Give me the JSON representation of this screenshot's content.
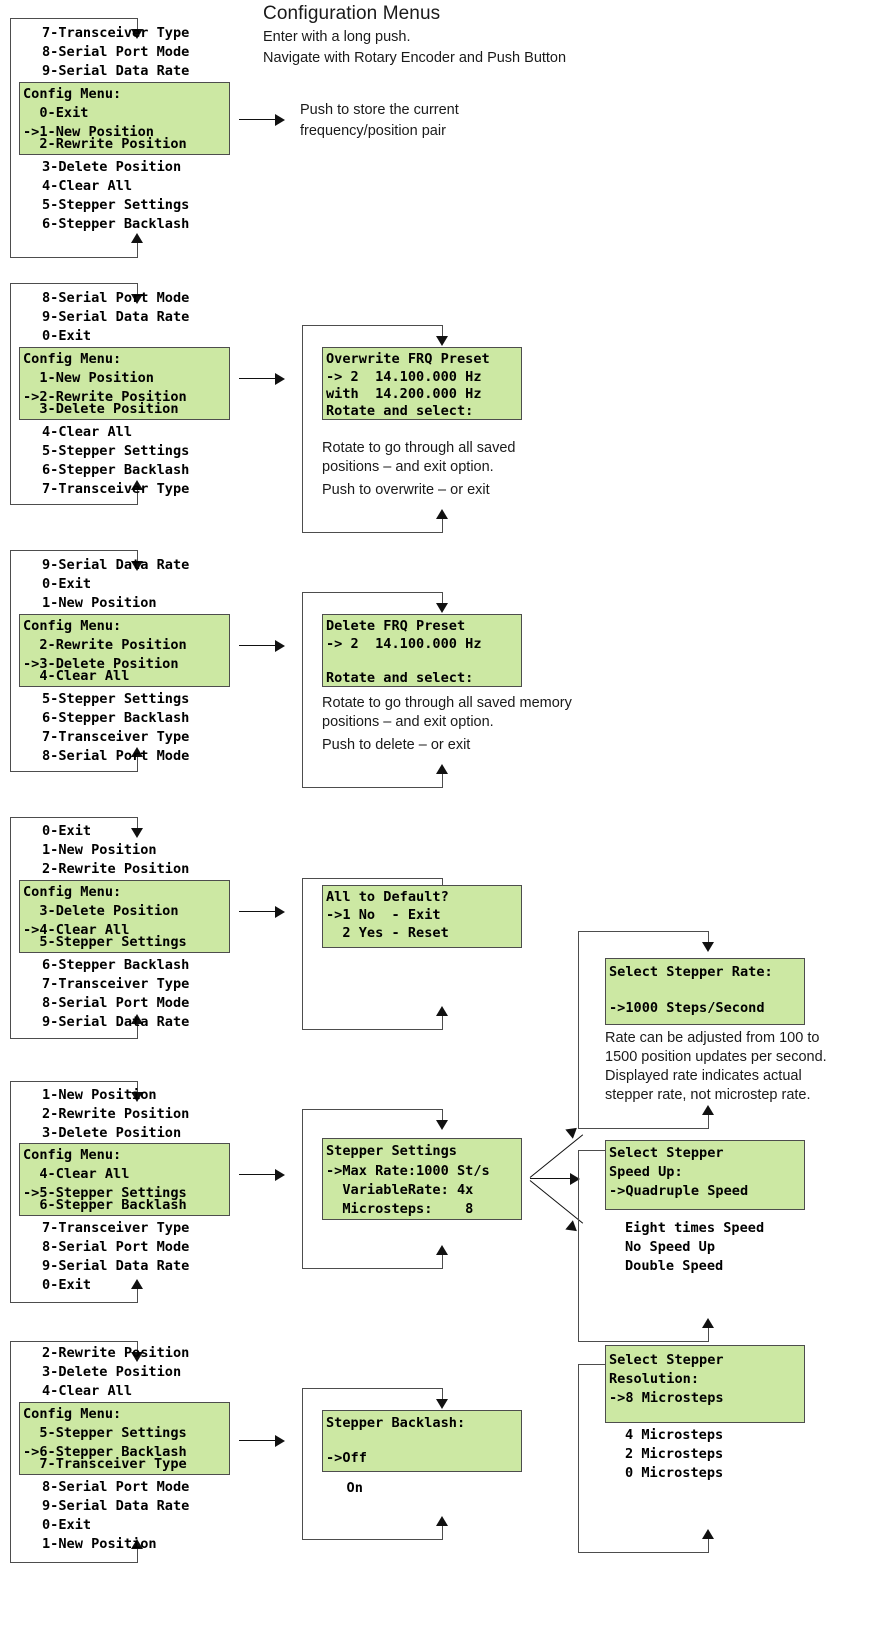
{
  "header": {
    "title": "Configuration Menus",
    "line1": "Enter with a long push.",
    "line2": "Navigate with Rotary Encoder and Push Button"
  },
  "menu_items": {
    "exit": "0-Exit",
    "new_position": "1-New Position",
    "rewrite_position": "2-Rewrite Position",
    "delete_position": "3-Delete Position",
    "clear_all": "4-Clear All",
    "stepper_settings": "5-Stepper Settings",
    "stepper_backlash": "6-Stepper Backlash",
    "transceiver_type": "7-Transceiver Type",
    "serial_port_mode": "8-Serial Port Mode",
    "serial_data_rate": "9-Serial Data Rate",
    "config_menu_title": "Config Menu:"
  },
  "blocks": [
    {
      "id": "new-position",
      "above": [
        "7-Transceiver Type",
        "8-Serial Port Mode",
        "9-Serial Data Rate"
      ],
      "lcd": [
        "Config Menu:",
        "  0-Exit",
        "->1-New Position",
        "  2-Rewrite Position"
      ],
      "below": [
        "3-Delete Position",
        "4-Clear All",
        "5-Stepper Settings",
        "6-Stepper Backlash"
      ],
      "note_lines": [
        "Push to store the current",
        "frequency/position pair"
      ]
    },
    {
      "id": "rewrite-position",
      "above": [
        "8-Serial Port Mode",
        "9-Serial Data Rate",
        "0-Exit"
      ],
      "lcd": [
        "Config Menu:",
        "  1-New Position",
        "->2-Rewrite Position",
        "  3-Delete Position"
      ],
      "below": [
        "4-Clear All",
        "5-Stepper Settings",
        "6-Stepper Backlash",
        "7-Transceiver Type"
      ],
      "detail_lcd": [
        "Overwrite FRQ Preset",
        "-> 2  14.100.000 Hz",
        "with  14.200.000 Hz",
        "Rotate and select:"
      ],
      "detail_notes": [
        "Rotate to go through all saved",
        "positions – and exit option.",
        "Push to overwrite – or exit"
      ]
    },
    {
      "id": "delete-position",
      "above": [
        "9-Serial Data Rate",
        "0-Exit",
        "1-New Position"
      ],
      "lcd": [
        "Config Menu:",
        "  2-Rewrite Position",
        "->3-Delete Position",
        "  4-Clear All"
      ],
      "below": [
        "5-Stepper Settings",
        "6-Stepper Backlash",
        "7-Transceiver Type",
        "8-Serial Port Mode"
      ],
      "detail_lcd": [
        "Delete FRQ Preset",
        "-> 2  14.100.000 Hz",
        "",
        "Rotate and select:"
      ],
      "detail_notes": [
        "Rotate to go through all saved memory",
        "positions – and exit option.",
        "Push to delete – or exit"
      ]
    },
    {
      "id": "clear-all",
      "above": [
        "0-Exit",
        "1-New Position",
        "2-Rewrite Position"
      ],
      "lcd": [
        "Config Menu:",
        "  3-Delete Position",
        "->4-Clear All",
        "  5-Stepper Settings"
      ],
      "below": [
        "6-Stepper Backlash",
        "7-Transceiver Type",
        "8-Serial Port Mode",
        "9-Serial Data Rate"
      ],
      "detail_lcd": [
        "All to Default?",
        "->1 No  - Exit",
        "  2 Yes - Reset",
        ""
      ]
    },
    {
      "id": "stepper-settings",
      "above": [
        "1-New Position",
        "2-Rewrite Position",
        "3-Delete Position"
      ],
      "lcd": [
        "Config Menu:",
        "  4-Clear All",
        "->5-Stepper Settings",
        "  6-Stepper Backlash"
      ],
      "below": [
        "7-Transceiver Type",
        "8-Serial Port Mode",
        "9-Serial Data Rate",
        "0-Exit"
      ],
      "detail_lcd": [
        "Stepper Settings",
        "->Max Rate:1000 St/s",
        "  VariableRate: 4x",
        "  Microsteps:    8"
      ]
    },
    {
      "id": "stepper-backlash",
      "above": [
        "2-Rewrite Position",
        "3-Delete Position",
        "4-Clear All"
      ],
      "lcd": [
        "Config Menu:",
        "  5-Stepper Settings",
        "->6-Stepper Backlash",
        "  7-Transceiver Type"
      ],
      "below": [
        "8-Serial Port Mode",
        "9-Serial Data Rate",
        "0-Exit",
        "1-New Position"
      ],
      "detail_lcd": [
        "Stepper Backlash:",
        "",
        "->Off",
        ""
      ],
      "detail_extra": [
        "   On"
      ]
    }
  ],
  "stepper_rate": {
    "lcd": [
      "Select Stepper Rate:",
      "",
      "->1000 Steps/Second",
      ""
    ],
    "notes": [
      "Rate can be adjusted from 100 to",
      "1500 position updates per second.",
      "Displayed rate indicates actual",
      "stepper rate, not microstep rate."
    ]
  },
  "stepper_speed_up": {
    "lcd": [
      "Select Stepper",
      "Speed Up:",
      "->Quadruple Speed",
      ""
    ],
    "options": [
      "Eight times Speed",
      "No Speed Up",
      "Double Speed"
    ]
  },
  "stepper_resolution": {
    "lcd": [
      "Select Stepper",
      "Resolution:",
      "->8 Microsteps",
      ""
    ],
    "options": [
      "4 Microsteps",
      "2 Microsteps",
      "0 Microsteps"
    ]
  },
  "colors": {
    "lcd_background": "#cce8a3",
    "lcd_border": "#4d4d4d",
    "text": "#000000",
    "connector": "#4d4d4d"
  }
}
